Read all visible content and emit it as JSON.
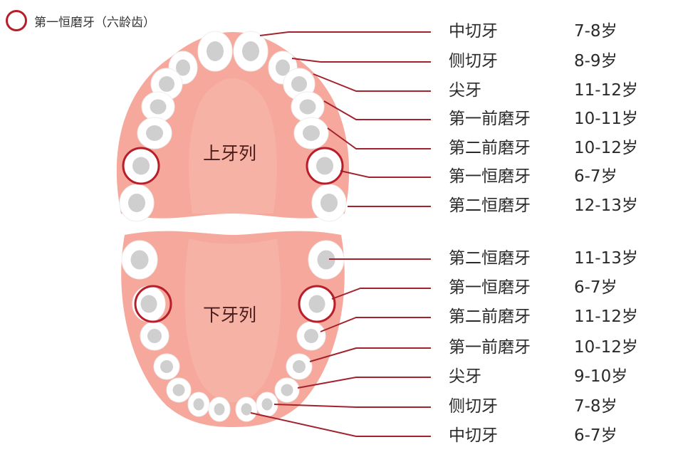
{
  "legend": {
    "label": "第一恒磨牙（六龄齿）",
    "marker_color": "#b81d2a"
  },
  "upper": {
    "name": "上牙列",
    "teeth": [
      {
        "name": "中切牙",
        "age": "7-8岁"
      },
      {
        "name": "侧切牙",
        "age": "8-9岁"
      },
      {
        "name": "尖牙",
        "age": "11-12岁"
      },
      {
        "name": "第一前磨牙",
        "age": "10-11岁"
      },
      {
        "name": "第二前磨牙",
        "age": "10-12岁"
      },
      {
        "name": "第一恒磨牙",
        "age": "6-7岁"
      },
      {
        "name": "第二恒磨牙",
        "age": "12-13岁"
      }
    ]
  },
  "lower": {
    "name": "下牙列",
    "teeth": [
      {
        "name": "第二恒磨牙",
        "age": "11-13岁"
      },
      {
        "name": "第一恒磨牙",
        "age": "6-7岁"
      },
      {
        "name": "第二前磨牙",
        "age": "11-12岁"
      },
      {
        "name": "第一前磨牙",
        "age": "10-12岁"
      },
      {
        "name": "尖牙",
        "age": "9-10岁"
      },
      {
        "name": "侧切牙",
        "age": "7-8岁"
      },
      {
        "name": "中切牙",
        "age": "6-7岁"
      }
    ]
  },
  "colors": {
    "gum": "#f6a89c",
    "palate": "#f7b2a6",
    "tooth": "#ffffff",
    "tooth_core": "#cfcfcf",
    "line": "#a3222c",
    "ring": "#b81d2a"
  }
}
